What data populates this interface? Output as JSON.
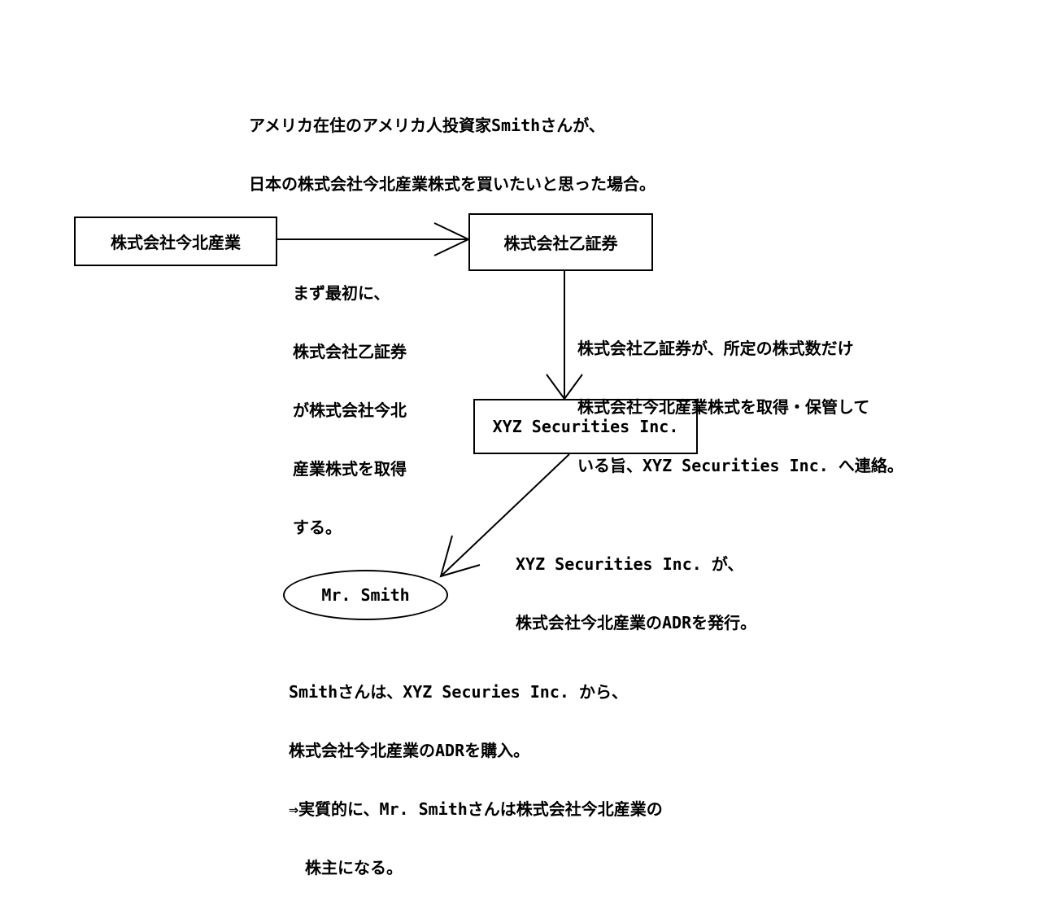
{
  "title": {
    "lines": [
      "アメリカ在住のアメリカ人投資家Smithさんが、",
      "日本の株式会社今北産業株式を買いたいと思った場合。"
    ]
  },
  "nodes": {
    "issuer": "株式会社今北産業",
    "securities_firm": "株式会社乙証券",
    "depositary": "XYZ Securities Inc.",
    "investor": "Mr. Smith"
  },
  "steps": {
    "step1": {
      "lines": [
        "まず最初に、",
        "株式会社乙証券",
        "が株式会社今北",
        "産業株式を取得",
        "する。"
      ]
    },
    "step2": {
      "lines": [
        "株式会社乙証券が、所定の株式数だけ",
        "株式会社今北産業株式を取得・保管して",
        "いる旨、XYZ Securities Inc. へ連絡。"
      ]
    },
    "step3": {
      "lines": [
        "XYZ Securities Inc. が、",
        "株式会社今北産業のADRを発行。"
      ]
    }
  },
  "conclusion": {
    "lines": [
      "Smithさんは、XYZ Securies Inc. から、",
      "株式会社今北産業のADRを購入。",
      "⇒実質的に、Mr. Smithさんは株式会社今北産業の",
      "　株主になる。"
    ]
  },
  "colors": {
    "line": "#000000",
    "background": "#ffffff"
  }
}
